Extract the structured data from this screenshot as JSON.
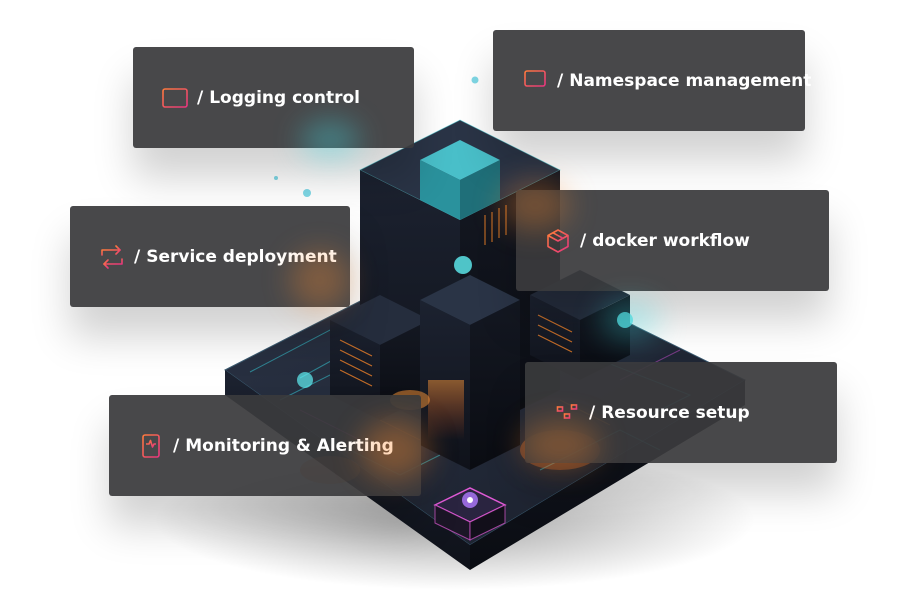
{
  "colors": {
    "card_bg": "#3a3a3c",
    "card_text": "#ffffff",
    "icon_gradient_start": "#ff7a3d",
    "icon_gradient_end": "#e6357f",
    "accent_cyan": "#3ee0e8",
    "accent_orange": "#ff8a2a",
    "accent_purple": "#9b3bd6"
  },
  "separator": "/",
  "features": [
    {
      "id": "logging",
      "label": "Logging control",
      "icon": "list-icon"
    },
    {
      "id": "namespace",
      "label": "Namespace management",
      "icon": "monitor-icon"
    },
    {
      "id": "service",
      "label": "Service deployment",
      "icon": "refresh-arrows-icon"
    },
    {
      "id": "docker",
      "label": "docker workflow",
      "icon": "cube-icon"
    },
    {
      "id": "resource",
      "label": "Resource setup",
      "icon": "sliders-icon"
    },
    {
      "id": "monitoring",
      "label": "Monitoring & Alerting",
      "icon": "pulse-document-icon"
    }
  ]
}
